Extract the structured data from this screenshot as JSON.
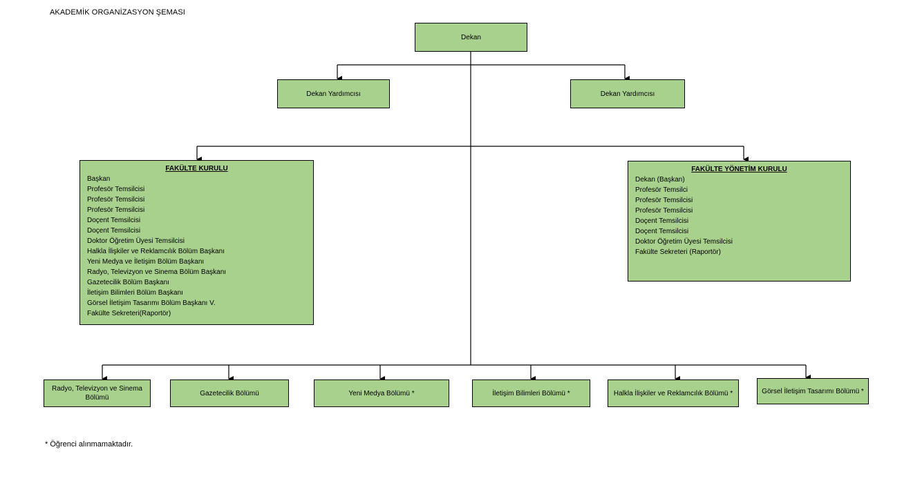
{
  "page_title": "AKADEMİK ORGANİZASYON ŞEMASI",
  "dean": "Dekan",
  "vice_deans": [
    "Dekan Yardımcısı",
    "Dekan Yardımcısı"
  ],
  "faculty_council": {
    "title": "FAKÜLTE KURULU",
    "members": [
      "Başkan",
      "Profesör Temsilcisi",
      "Profesör Temsilcisi",
      "Profesör Temsilcisi",
      "Doçent Temsilcisi",
      "Doçent Temsilcisi",
      "Doktor Öğretim Üyesi Temsilcisi",
      "Halkla İlişkiler ve Reklamcılık Bölüm Başkanı",
      "Yeni Medya ve İletişim Bölüm Başkanı",
      "Radyo, Televizyon ve Sinema Bölüm Başkanı",
      "Gazetecilik Bölüm Başkanı",
      "İletişim Bilimleri Bölüm Başkanı",
      "Görsel İletişim Tasarımı Bölüm Başkanı V.",
      "Fakülte Sekreteri(Raportör)"
    ]
  },
  "faculty_board": {
    "title": "FAKÜLTE YÖNETİM KURULU",
    "members": [
      "Dekan (Başkan)",
      "Profesör Temsilci",
      "Profesör Temsilcisi",
      "Profesör Temsilcisi",
      "Doçent Temsilcisi",
      "Doçent Temsilcisi",
      "Doktor Öğretim Üyesi Temsilcisi",
      "Fakülte Sekreteri (Raportör)"
    ]
  },
  "departments": [
    "Radyo, Televizyon ve Sinema Bölümü",
    "Gazetecilik Bölümü",
    "Yeni Medya Bölümü *",
    "İletişim Bilimleri Bölümü *",
    "Halkla İlişkiler ve Reklamcılık Bölümü *",
    "Görsel İletişim Tasarımı Bölümü *"
  ],
  "footnote": "* Öğrenci alınmamaktadır.",
  "colors": {
    "box_fill": "#a9d18e",
    "border": "#000000",
    "line": "#000000"
  }
}
